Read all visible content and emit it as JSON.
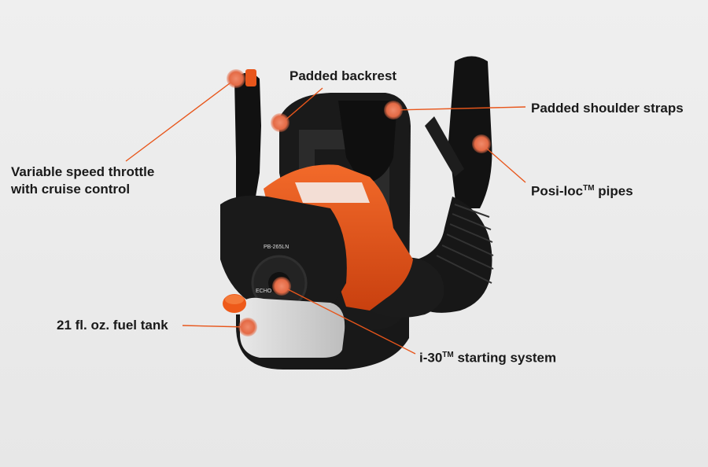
{
  "callouts": {
    "backrest": "Padded backrest",
    "straps": "Padded shoulder straps",
    "throttle_line1": "Variable speed throttle",
    "throttle_line2": "with cruise control",
    "pipes_prefix": "Posi-loc",
    "pipes_suffix": " pipes",
    "tank": "21 fl. oz. fuel tank",
    "start_prefix": "i-30",
    "start_suffix": " starting system",
    "trademark": "TM"
  },
  "product": {
    "model_label": "PB-265LN",
    "brand_label": "ECHO"
  },
  "colors": {
    "accent": "#e8561b",
    "body": "#1c1c1c",
    "marker": "#e46a45",
    "background": "#ececec"
  }
}
